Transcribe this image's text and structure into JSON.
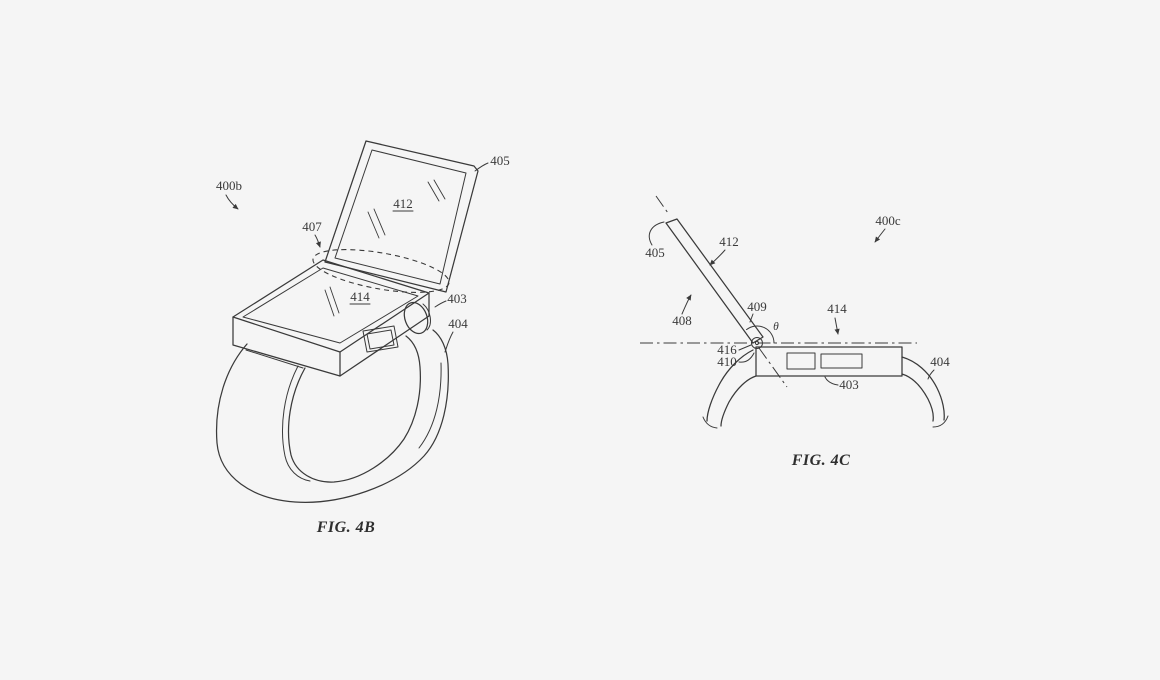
{
  "document": {
    "type": "patent-figure-sheet",
    "description": "Patent line drawings of a wristwatch with a flip-up cover display, perspective view and side view"
  },
  "colors": {
    "background": "#f5f5f5",
    "line": "#3a3a3a"
  },
  "figures": {
    "fig4b": {
      "caption": "FIG. 4B",
      "labels": {
        "ref_400b": "400b",
        "ref_405": "405",
        "ref_407": "407",
        "ref_412": "412",
        "ref_414": "414",
        "ref_403": "403",
        "ref_404": "404"
      }
    },
    "fig4c": {
      "caption": "FIG. 4C",
      "labels": {
        "ref_400c": "400c",
        "ref_405": "405",
        "ref_408": "408",
        "ref_409": "409",
        "ref_410": "410",
        "ref_412": "412",
        "ref_414": "414",
        "ref_416": "416",
        "ref_403": "403",
        "ref_404": "404",
        "theta": "θ"
      }
    }
  }
}
